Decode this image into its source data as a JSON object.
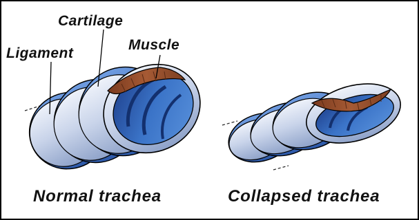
{
  "labels": {
    "cartilage": "Cartilage",
    "ligament": "Ligament",
    "muscle": "Muscle"
  },
  "captions": {
    "normal": "Normal trachea",
    "collapsed": "Collapsed trachea"
  },
  "colors": {
    "cartilage_light": "#d9e1f2",
    "cartilage_mid": "#a9b9d9",
    "lumen_blue": "#2f63b8",
    "lumen_dark": "#1d3f8c",
    "muscle_brown": "#8a4a2a",
    "outline": "#000000"
  }
}
